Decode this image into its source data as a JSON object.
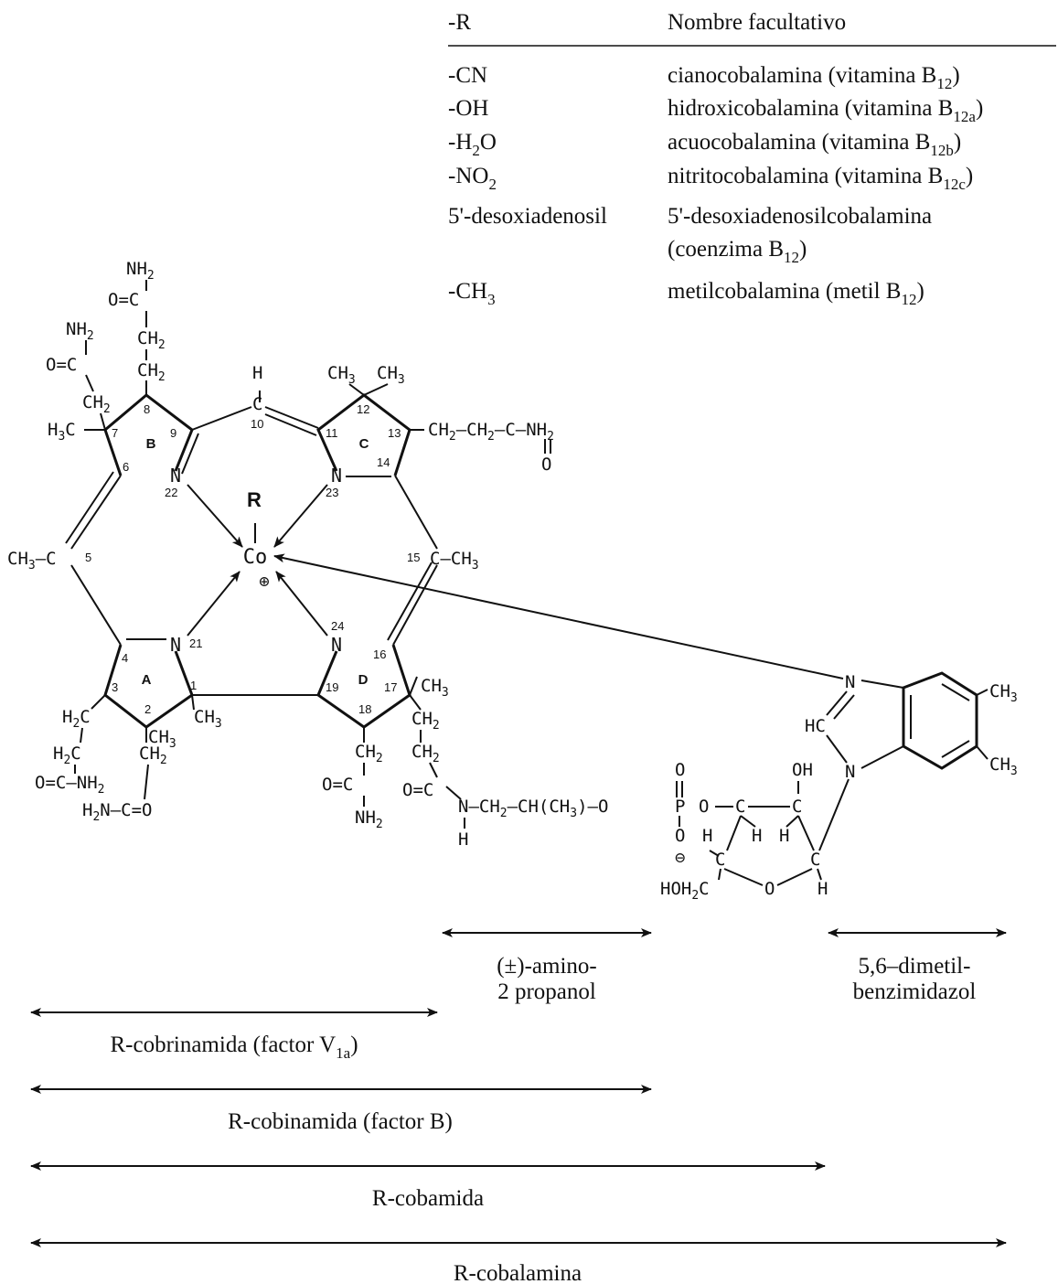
{
  "table": {
    "header_r": "-R",
    "header_name": "Nombre facultativo",
    "rows": [
      {
        "r": "-CN",
        "name": "cianocobalamina (vitamina B12)"
      },
      {
        "r": "-OH",
        "name": "hidroxicobalamina (vitamina B12a)"
      },
      {
        "r": "-H2O",
        "name": "acuocobalamina (vitamina B12b)"
      },
      {
        "r": "-NO2",
        "name": "nitritocobalamina (vitamina B12c)"
      },
      {
        "r": "5'-desoxiadenosil",
        "name": "5'-desoxiadenosilcobalamina (coenzima B12)"
      },
      {
        "r": "-CH3",
        "name": "metilcobalamina (metil B12)"
      }
    ]
  },
  "structure": {
    "metal": "Co",
    "axial_ligand": "R",
    "charge_sign": "⊕",
    "ring_labels": [
      "A",
      "B",
      "C",
      "D"
    ],
    "nitrogen": "N",
    "atom_numbers": [
      "1",
      "2",
      "3",
      "4",
      "5",
      "6",
      "7",
      "8",
      "9",
      "10",
      "11",
      "12",
      "13",
      "14",
      "15",
      "16",
      "17",
      "18",
      "19",
      "21",
      "22",
      "23",
      "24"
    ],
    "groups": {
      "nh2": "NH2",
      "ch2": "CH2",
      "ch3": "CH3",
      "h3c": "H3C",
      "h2c": "H2C",
      "o_eq_c": "O=C",
      "c_eq_o": "=O",
      "h2n_c_eq_o": "H2N—C=O",
      "o_eq_c_nh2": "O=C—NH2",
      "h": "H",
      "c": "C",
      "o": "O",
      "oh": "OH",
      "p": "P",
      "hoh2c": "HOH2C",
      "hc": "HC",
      "neg": "⊖",
      "linker": "N—CH2—CH(CH3)—O",
      "c13_chain": "CH2—CH2—C—NH2",
      "c15_methyl": "C—CH3",
      "c5_methyl": "CH3—C"
    }
  },
  "brackets": [
    {
      "label": "(±)-amino-\n2 propanol"
    },
    {
      "label": "5,6–dimetil-\nbenzimidazol"
    },
    {
      "label": "R-cobrinamida (factor V1a)"
    },
    {
      "label": "R-cobinamida (factor B)"
    },
    {
      "label": "R-cobamida"
    },
    {
      "label": "R-cobalamina"
    }
  ]
}
